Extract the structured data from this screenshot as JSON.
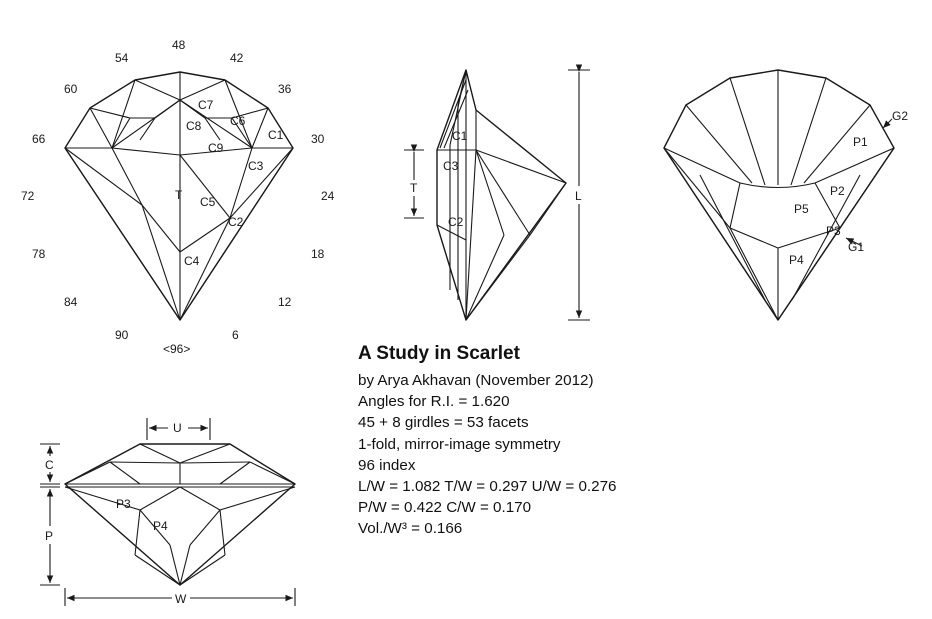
{
  "info": {
    "title": "A Study in Scarlet",
    "author": "by Arya Akhavan (November 2012)",
    "angles": "Angles for R.I. = 1.620",
    "facets": "45 + 8 girdles = 53 facets",
    "symmetry": "1-fold, mirror-image symmetry",
    "index": "96 index",
    "ratios1": "L/W = 1.082  T/W = 0.297  U/W = 0.276",
    "ratios2": "P/W = 0.422  C/W = 0.170",
    "volume": "Vol./W³ = 0.166"
  },
  "index_wheel": [
    "48",
    "42",
    "36",
    "30",
    "24",
    "18",
    "12",
    "6",
    "<96>",
    "90",
    "84",
    "78",
    "72",
    "66",
    "60",
    "54"
  ],
  "crown_labels": [
    "C1",
    "C2",
    "C3",
    "C4",
    "C5",
    "C6",
    "C7",
    "C8",
    "C9",
    "T"
  ],
  "side_labels": [
    "C1",
    "C3",
    "C2",
    "T",
    "L"
  ],
  "pavilion_labels": [
    "P1",
    "P2",
    "P3",
    "P4",
    "P5",
    "G1",
    "G2"
  ],
  "profile_labels": [
    "U",
    "C",
    "P",
    "W",
    "P3",
    "P4"
  ]
}
